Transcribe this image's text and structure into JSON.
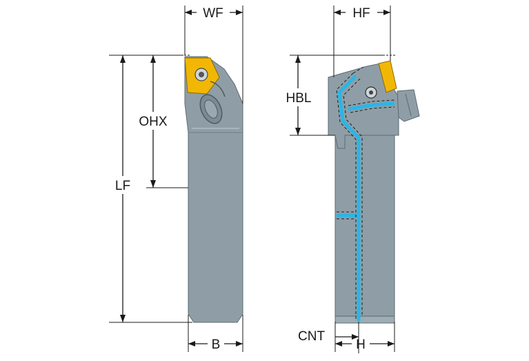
{
  "dimensions": {
    "wf": "WF",
    "hf": "HF",
    "ohx": "OHX",
    "lf": "LF",
    "hbl": "HBL",
    "b": "B",
    "cnt": "CNT",
    "h": "H"
  },
  "colors": {
    "body": "#8f9ea6",
    "body_dark": "#6f7e86",
    "insert": "#f2b705",
    "coolant": "#29b6e8",
    "line": "#1a1a1a"
  }
}
